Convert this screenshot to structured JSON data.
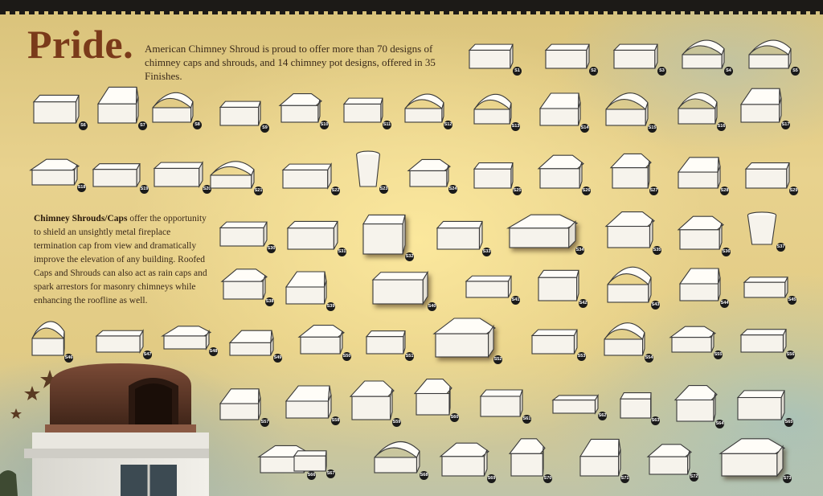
{
  "heading": {
    "title": "Pride.",
    "intro": "American Chimney Shroud is proud to offer more than 70 designs of chimney caps and shrouds, and 14 chimney pot designs, offered in 35 Finishes."
  },
  "body": {
    "lead": "Chimney Shrouds/Caps",
    "text": " offer the opportunity to shield an unsightly metal fireplace termination cap from view and dramatically improve the elevation of any building. Roofed Caps and Shrouds can also act as rain caps and spark arrestors for masonry chimneys while enhancing the roofline as well."
  },
  "colors": {
    "title": "#7a3a1a",
    "text": "#3b2a1a",
    "top_border": "#1c1a17",
    "badge": "#1a1a1a",
    "shroud_fill": "#f6f3ec",
    "shroud_stroke": "#3a3a3a"
  },
  "decor": {
    "stars_icon": "star-icon",
    "building_image": "chimney-with-shroud-photo"
  },
  "catalog": [
    {
      "n": "S1",
      "shape": "box"
    },
    {
      "n": "S2",
      "shape": "box"
    },
    {
      "n": "S3",
      "shape": "box"
    },
    {
      "n": "S4",
      "shape": "arch"
    },
    {
      "n": "S5",
      "shape": "arch"
    },
    {
      "n": "S6",
      "shape": "box"
    },
    {
      "n": "S7",
      "shape": "gable"
    },
    {
      "n": "S8",
      "shape": "arch"
    },
    {
      "n": "S9",
      "shape": "box"
    },
    {
      "n": "S10",
      "shape": "hip"
    },
    {
      "n": "S11",
      "shape": "box"
    },
    {
      "n": "S12",
      "shape": "arch"
    },
    {
      "n": "S13",
      "shape": "arch"
    },
    {
      "n": "S14",
      "shape": "gable"
    },
    {
      "n": "S15",
      "shape": "arch"
    },
    {
      "n": "S16",
      "shape": "arch"
    },
    {
      "n": "S17",
      "shape": "gable"
    },
    {
      "n": "S18",
      "shape": "hip"
    },
    {
      "n": "S19",
      "shape": "box"
    },
    {
      "n": "S20",
      "shape": "box"
    },
    {
      "n": "S21",
      "shape": "arch"
    },
    {
      "n": "S22",
      "shape": "box"
    },
    {
      "n": "S23",
      "shape": "pot"
    },
    {
      "n": "S24",
      "shape": "hip"
    },
    {
      "n": "S25",
      "shape": "box"
    },
    {
      "n": "S26",
      "shape": "hip"
    },
    {
      "n": "S27",
      "shape": "hip"
    },
    {
      "n": "S28",
      "shape": "gable"
    },
    {
      "n": "S29",
      "shape": "box"
    },
    {
      "n": "S30",
      "shape": "box"
    },
    {
      "n": "S31",
      "shape": "box"
    },
    {
      "n": "S32",
      "shape": "box"
    },
    {
      "n": "S33",
      "shape": "box"
    },
    {
      "n": "S34",
      "shape": "hip"
    },
    {
      "n": "S35",
      "shape": "hip"
    },
    {
      "n": "S36",
      "shape": "hip"
    },
    {
      "n": "S37",
      "shape": "pot"
    },
    {
      "n": "S38",
      "shape": "hip"
    },
    {
      "n": "S39",
      "shape": "gable"
    },
    {
      "n": "S40",
      "shape": "box"
    },
    {
      "n": "S41",
      "shape": "box"
    },
    {
      "n": "S42",
      "shape": "box"
    },
    {
      "n": "S43",
      "shape": "arch"
    },
    {
      "n": "S44",
      "shape": "gable"
    },
    {
      "n": "S45",
      "shape": "box"
    },
    {
      "n": "S46",
      "shape": "arch"
    },
    {
      "n": "S47",
      "shape": "box"
    },
    {
      "n": "S48",
      "shape": "hip"
    },
    {
      "n": "S49",
      "shape": "gable"
    },
    {
      "n": "S50",
      "shape": "hip"
    },
    {
      "n": "S51",
      "shape": "box"
    },
    {
      "n": "S52",
      "shape": "hip"
    },
    {
      "n": "S53",
      "shape": "box"
    },
    {
      "n": "S54",
      "shape": "arch"
    },
    {
      "n": "S55",
      "shape": "hip"
    },
    {
      "n": "S56",
      "shape": "box"
    },
    {
      "n": "S57",
      "shape": "gable"
    },
    {
      "n": "S58",
      "shape": "gable"
    },
    {
      "n": "S59",
      "shape": "hip"
    },
    {
      "n": "S60",
      "shape": "hip"
    },
    {
      "n": "S61",
      "shape": "box"
    },
    {
      "n": "S62",
      "shape": "box"
    },
    {
      "n": "S63",
      "shape": "box"
    },
    {
      "n": "S64",
      "shape": "hip"
    },
    {
      "n": "S65",
      "shape": "box"
    },
    {
      "n": "S66",
      "shape": "hip"
    },
    {
      "n": "S67",
      "shape": "box"
    },
    {
      "n": "S68",
      "shape": "arch"
    },
    {
      "n": "S69",
      "shape": "hip"
    },
    {
      "n": "S70",
      "shape": "hip"
    },
    {
      "n": "S71",
      "shape": "gable"
    },
    {
      "n": "S72",
      "shape": "hip"
    },
    {
      "n": "S73",
      "shape": "hip"
    }
  ]
}
